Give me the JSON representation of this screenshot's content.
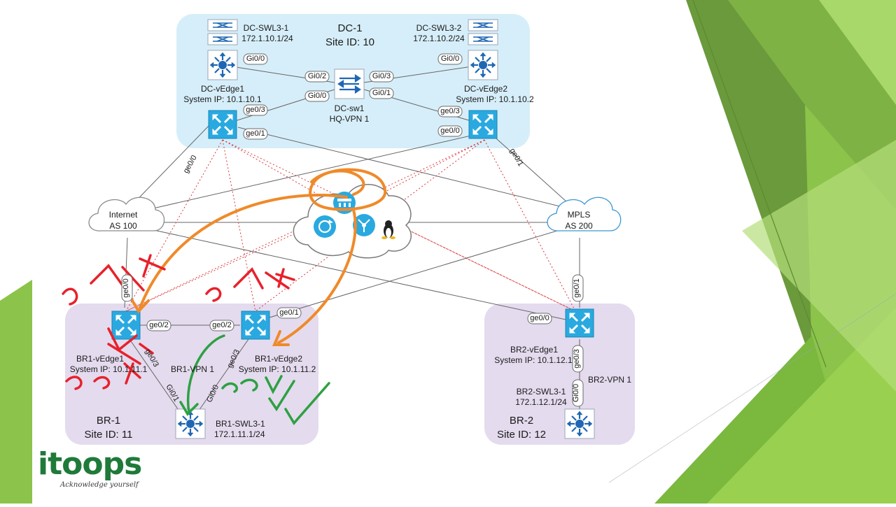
{
  "sites": {
    "dc1": {
      "name": "DC-1",
      "site_id": "Site ID: 10"
    },
    "br1": {
      "name": "BR-1",
      "site_id": "Site ID: 11"
    },
    "br2": {
      "name": "BR-2",
      "site_id": "Site ID: 12"
    }
  },
  "devices": {
    "dc_swl3_1": {
      "name": "DC-SWL3-1",
      "ip": "172.1.10.1/24"
    },
    "dc_swl3_2": {
      "name": "DC-SWL3-2",
      "ip": "172.1.10.2/24"
    },
    "dc_vedge1": {
      "name": "DC-vEdge1",
      "ip": "System IP: 10.1.10.1"
    },
    "dc_vedge2": {
      "name": "DC-vEdge2",
      "ip": "System IP: 10.1.10.2"
    },
    "dc_sw1": {
      "name": "DC-sw1",
      "vpn": "HQ-VPN 1"
    },
    "br1_vedge1": {
      "name": "BR1-vEdge1",
      "ip": "System IP: 10.1.11.1"
    },
    "br1_vedge2": {
      "name": "BR1-vEdge2",
      "ip": "System IP: 10.1.11.2"
    },
    "br1_vpn": "BR1-VPN 1",
    "br1_swl3_1": {
      "name": "BR1-SWL3-1",
      "ip": "172.1.11.1/24"
    },
    "br2_vedge1": {
      "name": "BR2-vEdge1",
      "ip": "System IP: 10.1.12.1"
    },
    "br2_vpn": "BR2-VPN 1",
    "br2_swl3_1": {
      "name": "BR2-SWL3-1",
      "ip": "172.1.12.1/24"
    }
  },
  "clouds": {
    "internet": {
      "name": "Internet",
      "as": "AS 100"
    },
    "mpls": {
      "name": "MPLS",
      "as": "AS 200"
    }
  },
  "ports": {
    "dc_swl3_1_gi00": "Gi0/0",
    "dc_sw1_gi02": "Gi0/2",
    "dc_sw1_gi00": "Gi0/0",
    "dc_sw1_gi03": "Gi0/3",
    "dc_sw1_gi01": "Gi0/1",
    "dc_swl3_2_gi00": "Gi0/0",
    "dc_ve1_ge03": "ge0/3",
    "dc_ve1_ge01": "ge0/1",
    "dc_ve1_ge00": "ge0/0",
    "dc_ve2_ge03": "ge0/3",
    "dc_ve2_ge00": "ge0/0",
    "dc_ve2_ge01": "ge0/1",
    "br1_ve1_ge00": "ge0/0",
    "br1_ve1_ge02": "ge0/2",
    "br1_ve1_ge03": "ge0/3",
    "br1_ve2_ge02": "ge0/2",
    "br1_ve2_ge01": "ge0/1",
    "br1_ve2_ge03": "ge0/3",
    "br1_sw_gi01": "Gi0/1",
    "br1_sw_gi00": "Gi0/0",
    "br2_ve1_ge01": "ge0/1",
    "br2_ve1_ge00": "ge0/0",
    "br2_ve1_ge03": "ge0/3",
    "br2_sw_gi00": "Gi0/0"
  },
  "annotations": {
    "sshx_1": "sshx",
    "sshx_2": "sshx",
    "ssh_red": "ssh",
    "ssh_green": "ssh"
  },
  "logo": {
    "word": "itoops",
    "tagline": "Acknowledge yourself"
  },
  "colors": {
    "dc_region": "#d6eef9",
    "branch_region": "#e4dbee",
    "device_blue": "#29a9e0",
    "annotation_red": "#e8212b",
    "annotation_orange": "#ef8a2a",
    "annotation_green": "#2ea043",
    "theme_green": "#8bc34a"
  }
}
